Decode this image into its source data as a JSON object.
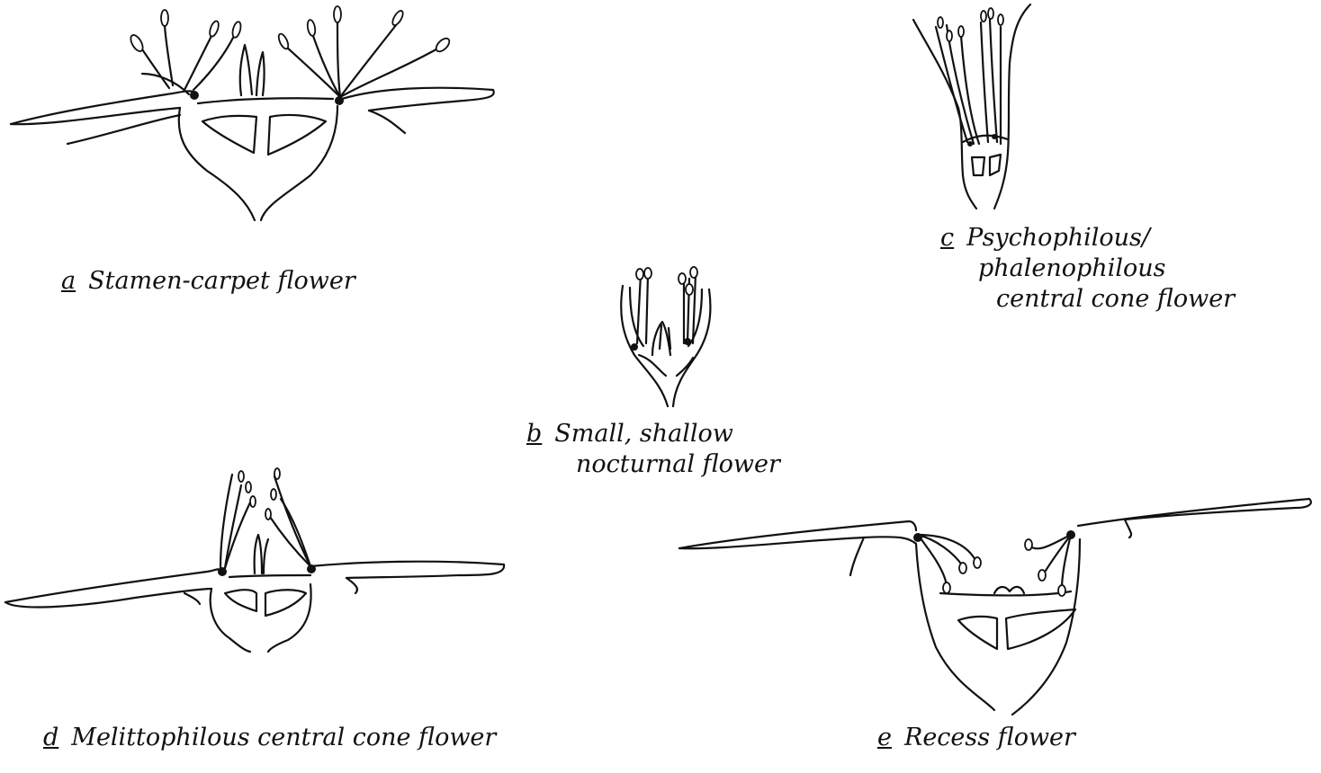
{
  "figures": [
    {
      "id": "a",
      "letter": "a",
      "lines": [
        "Stamen-carpet flower"
      ]
    },
    {
      "id": "b",
      "letter": "b",
      "lines": [
        "Small, shallow",
        "nocturnal flower"
      ]
    },
    {
      "id": "c",
      "letter": "c",
      "lines": [
        "Psychophilous/",
        "phalenophilous",
        "central cone flower"
      ]
    },
    {
      "id": "d",
      "letter": "d",
      "lines": [
        "Melittophilous central cone flower"
      ]
    },
    {
      "id": "e",
      "letter": "e",
      "lines": [
        "Recess flower"
      ]
    }
  ]
}
